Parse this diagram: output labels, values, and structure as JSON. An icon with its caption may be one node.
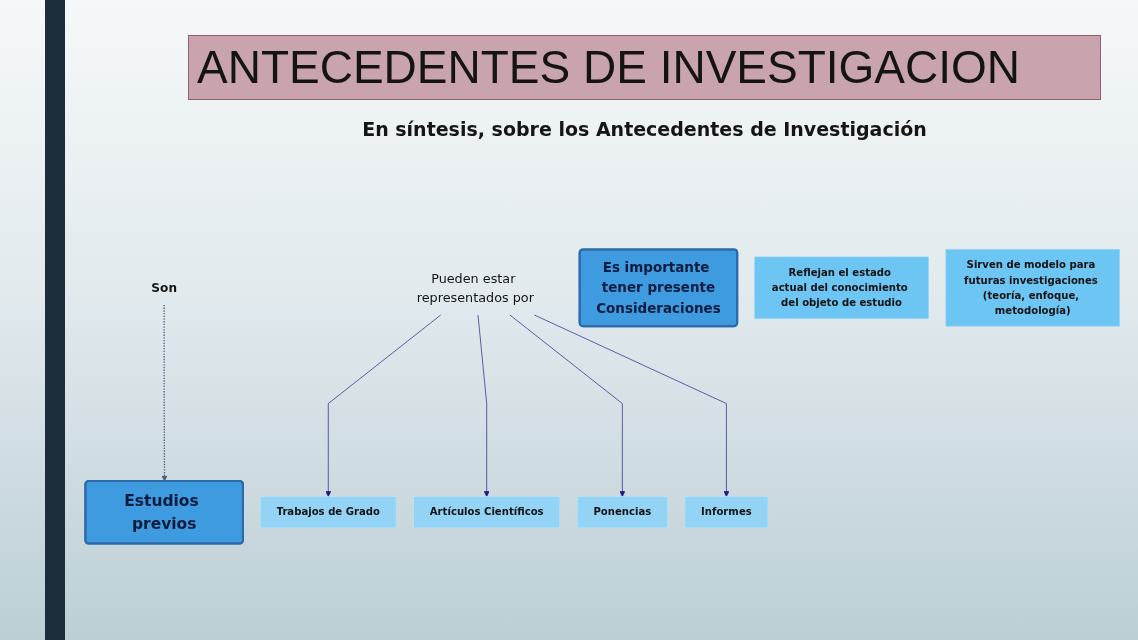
{
  "diagram": {
    "title": "ANTECEDENTES DE INVESTIGACION",
    "nodes": [
      {
        "text": [
          "Son"
        ]
      },
      {
        "text": [
          "Estudios previos"
        ]
      },
      {
        "text": [
          "Pueden estar representados por"
        ]
      },
      {
        "text": [
          "Trabajos de Grado"
        ]
      },
      {
        "text": [
          "Artículos Científicos"
        ]
      },
      {
        "text": [
          "Ponencias"
        ]
      },
      {
        "text": [
          "Informes"
        ]
      },
      {
        "text": [
          "Es importante tener presente",
          "Consideraciones"
        ]
      },
      {
        "text": [
          "Reflejan el estado actual del conocimiento del objeto de estudio"
        ]
      },
      {
        "text": [
          "Sirven de modelo para futuras investigaciones (teoría, enfoque, metodología)"
        ]
      }
    ],
    "edges": [
      {
        "from": 0,
        "to": 1,
        "arrow": "to",
        "style": "dashed",
        "color": "#5a5a7e"
      },
      {
        "from": 2,
        "to": 3,
        "arrow": "to"
      },
      {
        "from": 2,
        "to": 4,
        "arrow": "to"
      },
      {
        "from": 2,
        "to": 5,
        "arrow": "to"
      },
      {
        "from": 2,
        "to": 6,
        "arrow": "to"
      }
    ],
    "labels": [
      "En síntesis, sobre los Antecedentes de Investigación"
    ]
  }
}
